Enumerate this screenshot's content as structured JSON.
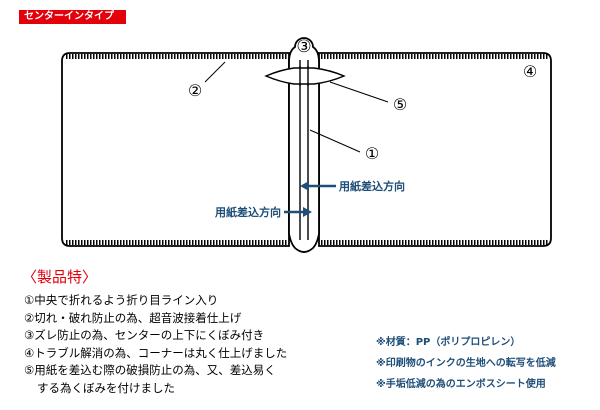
{
  "badge": {
    "label": "センターインタイプ",
    "color": "#e3000b"
  },
  "diagram": {
    "callouts": {
      "c1": "①",
      "c2": "②",
      "c3": "③",
      "c4": "④",
      "c5": "⑤"
    },
    "insert_label_top": "用紙差込方向",
    "insert_label_bottom": "用紙差込方向",
    "arrow_color": "#1f4e79"
  },
  "features": {
    "heading": "〈製品特〉",
    "items": [
      "①中央で折れるよう折り目ライン入り",
      "②切れ・破れ防止の為、超音波接着仕上げ",
      "③ズレ防止の為、センターの上下にくぼみ付き",
      "④トラブル解消の為、コーナーは丸く仕上げました",
      "⑤用紙を差込む際の破損防止の為、又、差込易く"
    ],
    "item5_cont": "する為くぼみを付けました"
  },
  "notes": [
    "※材質：PP（ポリプロピレン）",
    "※印刷物のインクの生地への転写を低減",
    "※手垢低減の為のエンボスシート使用"
  ]
}
